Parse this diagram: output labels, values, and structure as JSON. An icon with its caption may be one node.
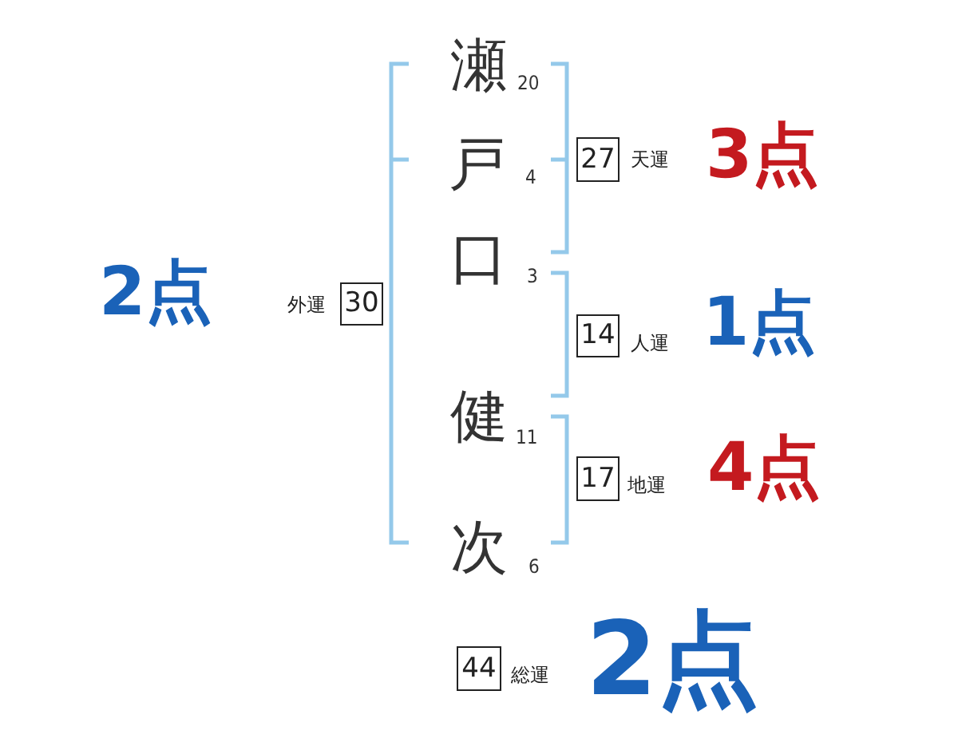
{
  "diagram": {
    "nodes": [
      {
        "text": [
          "27"
        ],
        "beside": [
          "天運",
          "3点"
        ]
      },
      {
        "text": [
          "30"
        ],
        "beside": [
          "外運",
          "2点"
        ]
      },
      {
        "text": [
          "14"
        ],
        "beside": [
          "人運",
          "1点"
        ]
      },
      {
        "text": [
          "17"
        ],
        "beside": [
          "地運",
          "4点"
        ]
      },
      {
        "text": [
          "44"
        ],
        "beside": [
          "総運",
          "2点"
        ]
      }
    ],
    "labels": [
      "瀬",
      "20",
      "戸",
      "4",
      "口",
      "3",
      "健",
      "11",
      "次",
      "6"
    ]
  }
}
